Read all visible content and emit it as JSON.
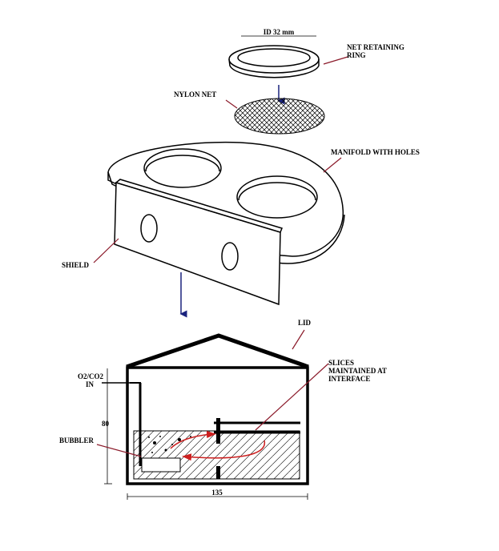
{
  "labels": {
    "ring_dimension": "ID 32 mm",
    "net_ring_line1": "NET RETAINING",
    "net_ring_line2": "RING",
    "nylon_net": "NYLON NET",
    "manifold": "MANIFOLD WITH HOLES",
    "shield": "SHIELD",
    "lid": "LID",
    "gas_line1": "O2/CO2",
    "gas_line2": "IN",
    "height_dim": "80",
    "bubbler": "BUBBLER",
    "slices_line1": "SLICES",
    "slices_line2": "MAINTAINED AT",
    "slices_line3": "INTERFACE",
    "width_dim": "135"
  },
  "colors": {
    "leader": "#8b1a2a",
    "arrow": "#1a237e",
    "flow": "#cc1f1f"
  }
}
